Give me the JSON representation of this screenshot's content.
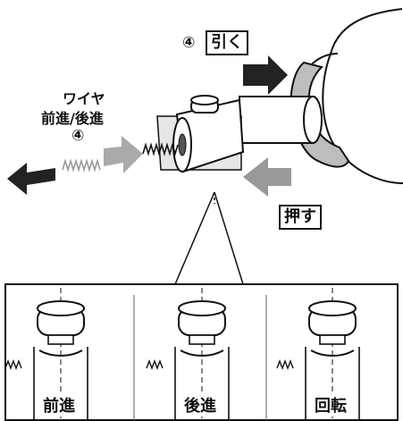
{
  "top": {
    "pull_step": "④",
    "pull_label": "引く",
    "wire_line1": "ワイヤ",
    "wire_line2": "前進/後進",
    "wire_step": "④",
    "push_label": "押す"
  },
  "panels": [
    {
      "label": "前進"
    },
    {
      "label": "後進"
    },
    {
      "label": "回転"
    }
  ]
}
